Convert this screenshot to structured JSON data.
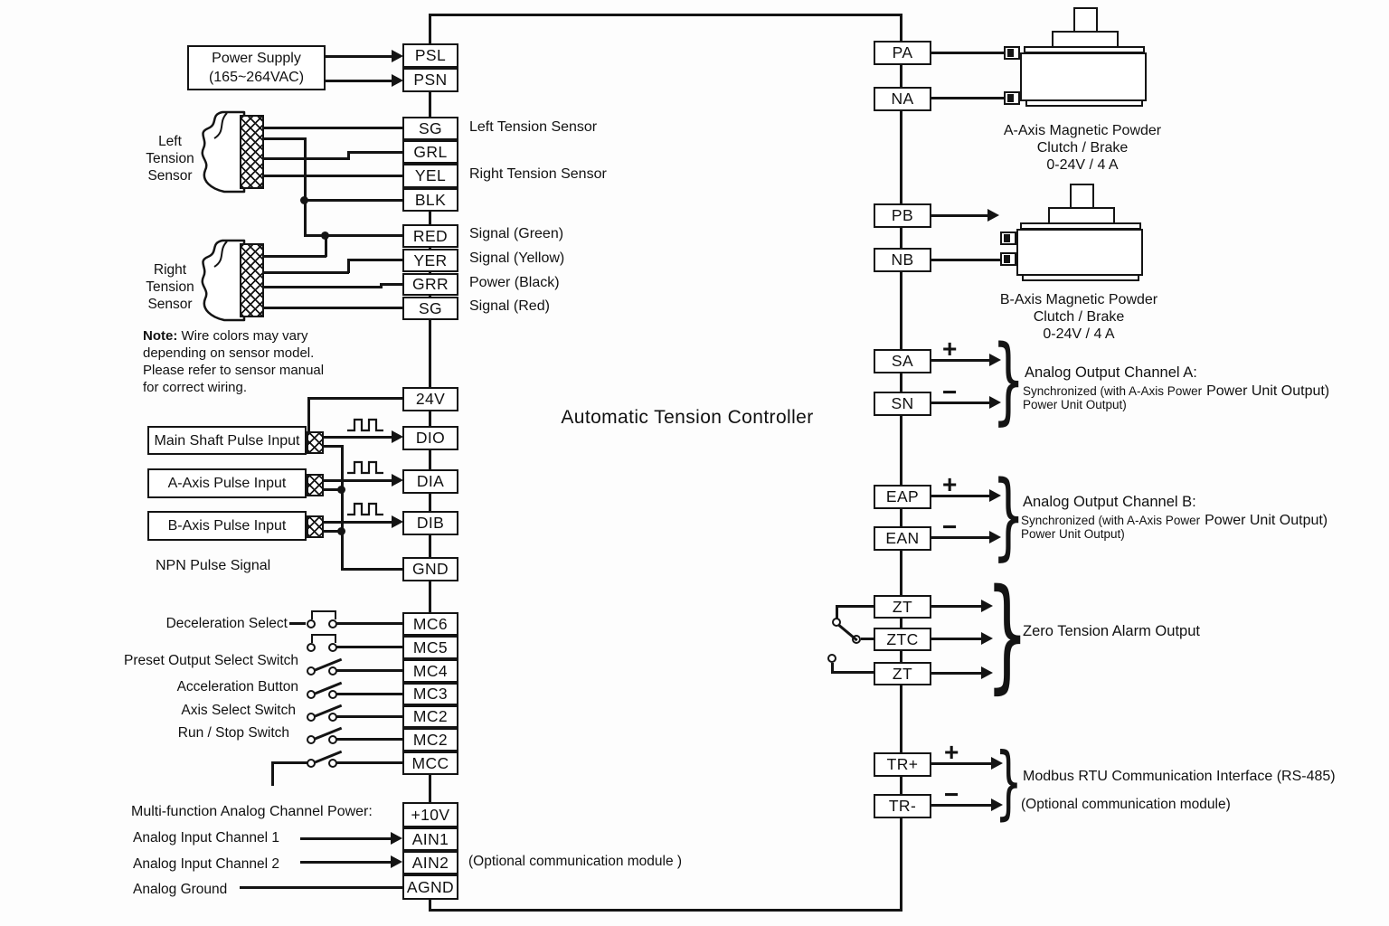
{
  "title": "Automatic Tension Controller",
  "power_supply": {
    "line1": "Power Supply",
    "line2": "(165~264VAC)"
  },
  "left_sensor": {
    "line1": "Left",
    "line2": "Tension",
    "line3": "Sensor"
  },
  "right_sensor": {
    "line1": "Right",
    "line2": "Tension",
    "line3": "Sensor"
  },
  "note": {
    "heading": "Note:",
    "body": " Wire colors may vary depending on sensor model. Please refer to sensor manual for correct wiring."
  },
  "terminals": {
    "psl": "PSL",
    "psn": "PSN",
    "sg_left": "SG",
    "grl": "GRL",
    "yel": "YEL",
    "blk": "BLK",
    "red": "RED",
    "yer": "YER",
    "grr": "GRR",
    "sg_right": "SG",
    "v24": "24V",
    "dio": "DIO",
    "dia": "DIA",
    "dib": "DIB",
    "gnd": "GND",
    "mc6": "MC6",
    "mc5": "MC5",
    "mc4": "MC4",
    "mc3": "MC3",
    "mc2_a": "MC2",
    "mc2_b": "MC2",
    "mcc": "MCC",
    "p10v": "+10V",
    "ain1": "AIN1",
    "ain2": "AIN2",
    "agnd": "AGND",
    "pa": "PA",
    "na": "NA",
    "pb": "PB",
    "nb": "NB",
    "sa": "SA",
    "sn": "SN",
    "eap": "EAP",
    "ean": "EAN",
    "zt_top": "ZT",
    "ztc": "ZTC",
    "zt_bottom": "ZT",
    "tr_plus": "TR+",
    "tr_minus": "TR-"
  },
  "wire_labels": {
    "left_tension_sensor": "Left Tension Sensor",
    "right_tension_sensor": "Right Tension Sensor",
    "signal_green": "Signal (Green)",
    "signal_yellow": "Signal (Yellow)",
    "power_black": "Power (Black)",
    "signal_red": "Signal (Red)"
  },
  "pulse_inputs": {
    "main_shaft": "Main Shaft Pulse Input",
    "a_axis": "A-Axis Pulse Input",
    "b_axis": "B-Axis Pulse Input",
    "npn_note": "NPN Pulse Signal"
  },
  "switches": {
    "deceleration": "Deceleration Select",
    "preset": "Preset Output Select Switch",
    "acceleration": "Acceleration Button",
    "axis_select": "Axis Select Switch",
    "run_stop": "Run / Stop Switch"
  },
  "analog_io": {
    "power": "Multi-function Analog Channel Power:",
    "channel1": "Analog Input Channel 1",
    "channel2": "Analog Input Channel 2",
    "ground": "Analog Ground",
    "optional_note": "(Optional communication module )"
  },
  "clutch_a": {
    "line1": "A-Axis Magnetic Powder",
    "line2": "Clutch / Brake",
    "line3": "0-24V / 4 A"
  },
  "clutch_b": {
    "line1": "B-Axis Magnetic Powder",
    "line2": "Clutch / Brake",
    "line3": "0-24V / 4 A"
  },
  "analog_out_a": {
    "title": "Analog Output Channel A:",
    "sub_line1": "Synchronized (with A-Axis Power",
    "sub_line1_tail": "Power Unit Output)",
    "sub_line2": "Power Unit Output)"
  },
  "analog_out_b": {
    "title": "Analog Output Channel B:",
    "sub_line1": "Synchronized (with A-Axis Power",
    "sub_line1_tail": "Power Unit Output)",
    "sub_line2": "Power Unit Output)"
  },
  "zero_tension_label": "Zero Tension Alarm Output",
  "modbus": {
    "title": "Modbus RTU Communication Interface (RS-485)",
    "sub": "(Optional communication module)"
  },
  "symbols": {
    "plus": "+",
    "minus": "−",
    "brace": "}"
  },
  "colors": {
    "line": "#141414",
    "background": "#fdfdfd"
  }
}
